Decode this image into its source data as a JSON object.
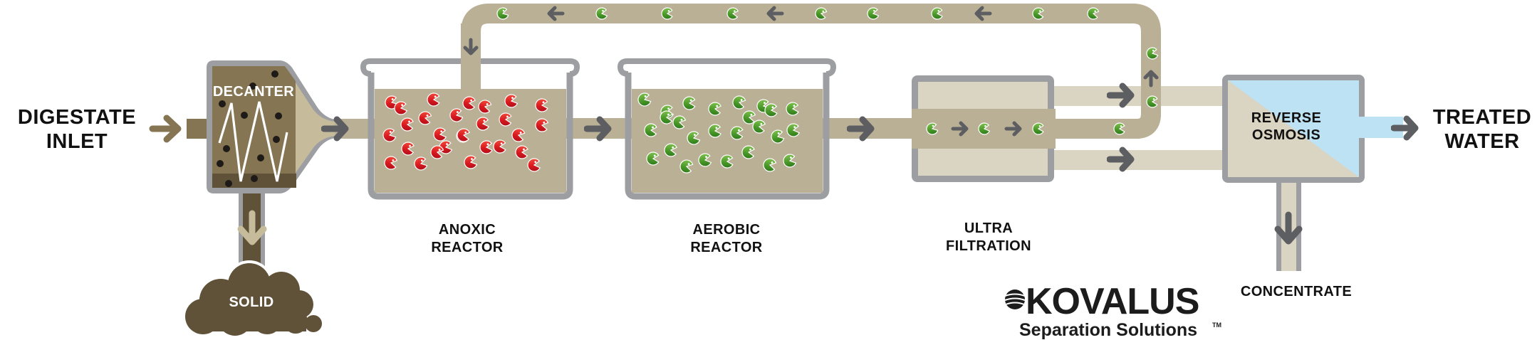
{
  "labels": {
    "inlet_line1": "DIGESTATE",
    "inlet_line2": "INLET",
    "decanter": "DECANTER",
    "solid": "SOLID",
    "anoxic_line1": "ANOXIC",
    "anoxic_line2": "REACTOR",
    "aerobic_line1": "AEROBIC",
    "aerobic_line2": "REACTOR",
    "uf_line1": "ULTRA",
    "uf_line2": "FILTRATION",
    "ro_line1": "REVERSE",
    "ro_line2": "OSMOSIS",
    "treated_line1": "TREATED",
    "treated_line2": "WATER",
    "concentrate": "CONCENTRATE"
  },
  "logo": {
    "brand": "KOVALUS",
    "tagline": "Separation Solutions",
    "trademark": "TM"
  },
  "microbes": {
    "anoxic": {
      "count": 28,
      "type": "red-bacteria"
    },
    "aerobic": {
      "count": 26,
      "type": "green-bacteria"
    },
    "recirculation": {
      "count": 10,
      "type": "green-bacteria"
    },
    "ultrafiltration": {
      "count": 3,
      "type": "green-bacteria"
    }
  },
  "colors": {
    "pipe_tan": "#bab095",
    "pipe_light": "#dad4c2",
    "decanter_brown": "#857552",
    "solid_dark": "#5f5238",
    "vessel_gray": "#9d9ea2",
    "arrow_gray": "#5d5e62",
    "water_blue": "#bde2f4",
    "red_microbe": "#d9191f",
    "green_microbe": "#4c9a2a"
  }
}
